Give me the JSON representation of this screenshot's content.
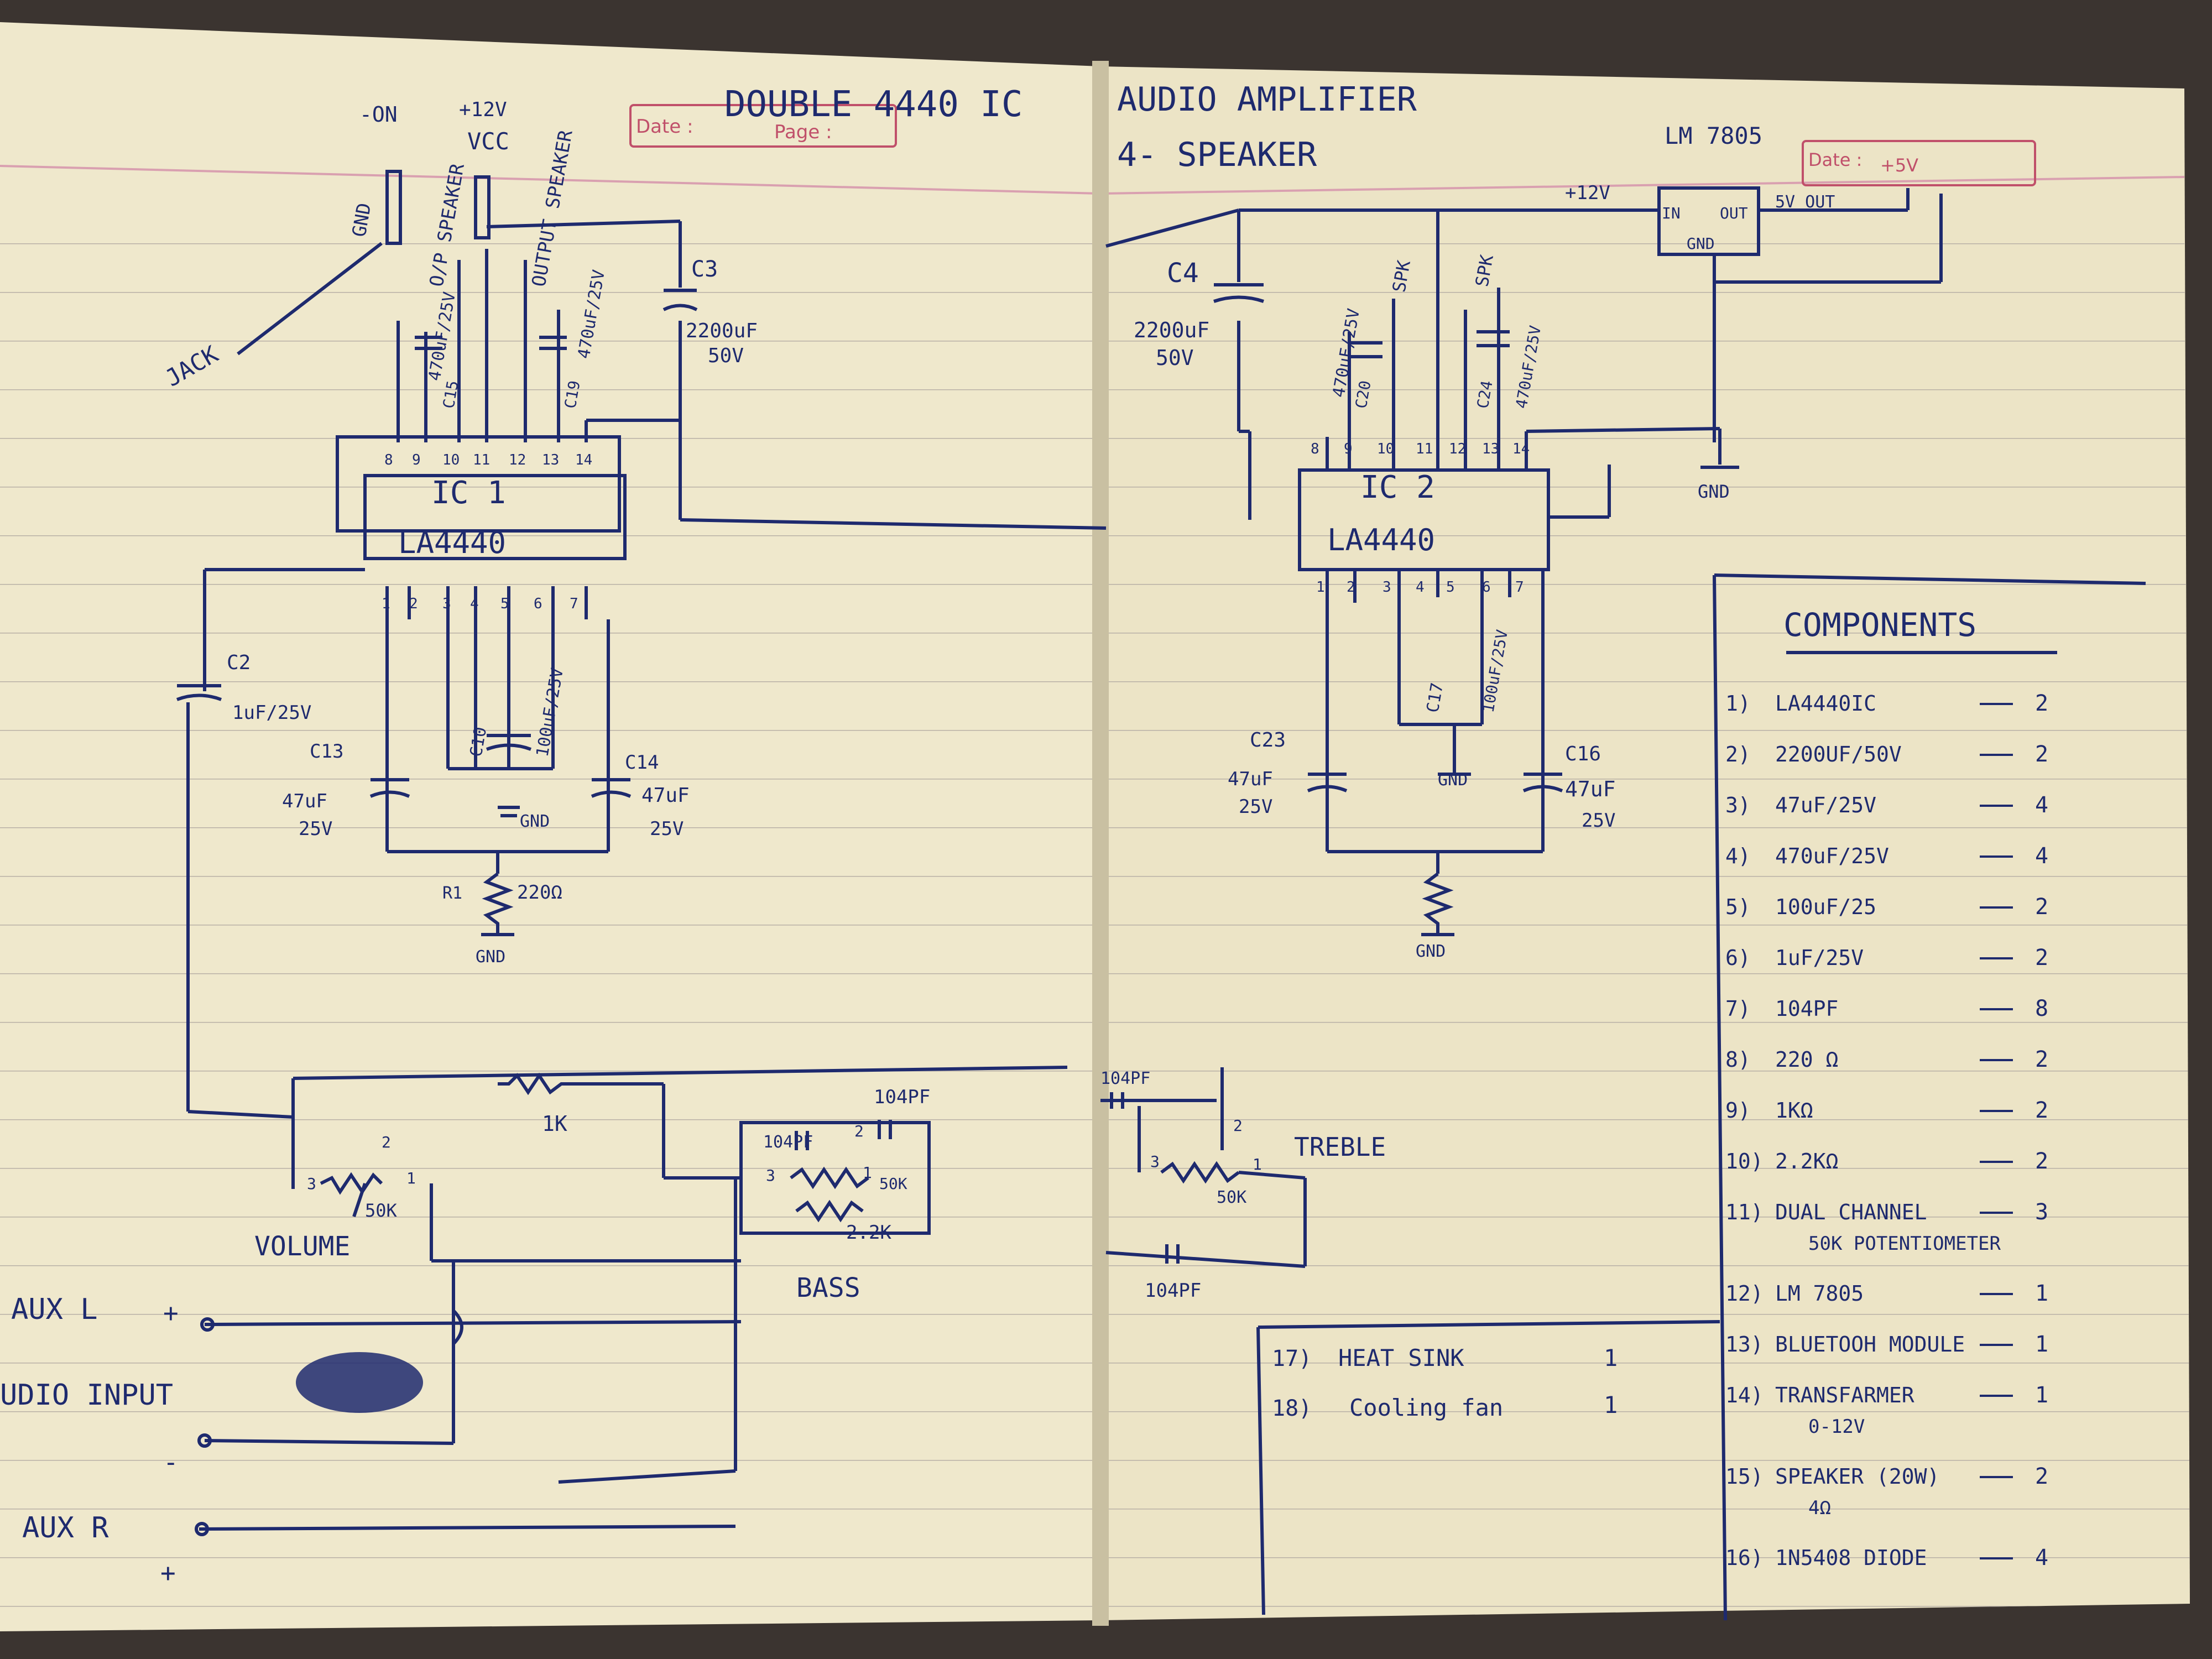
{
  "left_page": {
    "heading": "DOUBLE 4440 IC",
    "stamp_date": "Date :",
    "stamp_page": "Page :",
    "jack_label": "JACK",
    "top_pins": [
      "GND",
      "-ON",
      "+12V",
      "VCC",
      "O/P SPEAKER",
      "OUTPUT SPEAKER"
    ],
    "ic_name": "IC 1",
    "ic_part": "LA4440",
    "ic_top_pin_numbers": [
      "8",
      "9",
      "10",
      "11",
      "12",
      "13",
      "14"
    ],
    "ic_bottom_pin_numbers": [
      "1",
      "2",
      "3",
      "4",
      "5",
      "6",
      "7"
    ],
    "caps_top": [
      {
        "ref": "C15",
        "value": "470uF/25V"
      },
      {
        "ref": "C19",
        "value": "470uF/25V"
      },
      {
        "ref": "C3",
        "value": "2200uF",
        "voltage": "50V"
      }
    ],
    "caps_bottom": [
      {
        "ref": "C2",
        "value": "1uF/25V"
      },
      {
        "ref": "C13",
        "value": "47uF",
        "voltage": "25V"
      },
      {
        "ref": "C10",
        "value": "100uF/25V"
      },
      {
        "ref": "C14",
        "value": "47uF",
        "voltage": "25V"
      }
    ],
    "resistor_r1": {
      "ref": "R1",
      "value": "220Ω"
    },
    "gnd_label": "GND",
    "tone": {
      "res_1k": "1K",
      "cap_104pf": "104PF",
      "pot_value": "50K",
      "res_22k": "2.2K",
      "volume_label": "VOLUME",
      "bass_label": "BASS",
      "pot_pin_1": "1",
      "pot_pin_2": "2",
      "pot_pin_3": "3"
    },
    "inputs": {
      "aux_l": "AUX L",
      "audio_input": "UDIO INPUT",
      "aux_r": "AUX R",
      "plus": "+",
      "minus": "-"
    }
  },
  "right_page": {
    "heading_line1": "AUDIO AMPLIFIER",
    "heading_line2": "4- SPEAKER",
    "stamp_date": "Date :",
    "stamp_value": "+5V",
    "regulator": {
      "name": "LM 7805",
      "pin_in": "IN",
      "pin_out": "OUT",
      "pin_gnd": "GND",
      "input": "+12V",
      "output": "5V OUT"
    },
    "ic_name": "IC 2",
    "ic_part": "LA4440",
    "ic_top_pin_numbers": [
      "8",
      "9",
      "10",
      "11",
      "12",
      "13",
      "14"
    ],
    "ic_bottom_pin_numbers": [
      "1",
      "2",
      "3",
      "4",
      "5",
      "6",
      "7"
    ],
    "caps": [
      {
        "ref": "C4",
        "value": "2200uF",
        "voltage": "50V"
      },
      {
        "ref": "C20",
        "value": "470uF/25V"
      },
      {
        "ref": "C24",
        "value": "470uF/25V"
      },
      {
        "ref": "C17",
        "value": "100uF/25V"
      },
      {
        "ref": "C23",
        "value": "47uF",
        "voltage": "25V"
      },
      {
        "ref": "C16",
        "value": "47uF",
        "voltage": "25V"
      }
    ],
    "spk_label": "SPK",
    "gnd_label": "GND",
    "treble": {
      "label": "TREBLE",
      "cap_top": "104PF",
      "cap_bottom": "104PF",
      "pot_value": "50K",
      "pin_1": "1",
      "pin_2": "2",
      "pin_3": "3"
    },
    "components_title": "COMPONENTS",
    "components": [
      {
        "no": "1)",
        "name": "LA4440IC",
        "qty": "2"
      },
      {
        "no": "2)",
        "name": "2200UF/50V",
        "qty": "2"
      },
      {
        "no": "3)",
        "name": "47uF/25V",
        "qty": "4"
      },
      {
        "no": "4)",
        "name": "470uF/25V",
        "qty": "4"
      },
      {
        "no": "5)",
        "name": "100uF/25",
        "qty": "2"
      },
      {
        "no": "6)",
        "name": "1uF/25V",
        "qty": "2"
      },
      {
        "no": "7)",
        "name": "104PF",
        "qty": "8"
      },
      {
        "no": "8)",
        "name": "220 Ω",
        "qty": "2"
      },
      {
        "no": "9)",
        "name": "1KΩ",
        "qty": "2"
      },
      {
        "no": "10)",
        "name": "2.2KΩ",
        "qty": "2"
      },
      {
        "no": "11)",
        "name": "DUAL CHANNEL",
        "name2": "50K POTENTIOMETER",
        "qty": "3"
      },
      {
        "no": "12)",
        "name": "LM 7805",
        "qty": "1"
      },
      {
        "no": "13)",
        "name": "BLUETOOH MODULE",
        "qty": "1"
      },
      {
        "no": "14)",
        "name": "TRANSFARMER",
        "name2": "0-12V",
        "qty": "1"
      },
      {
        "no": "15)",
        "name": "SPEAKER (20W)",
        "name2": "4Ω",
        "qty": "2"
      },
      {
        "no": "16)",
        "name": "1N5408 DIODE",
        "qty": "4"
      }
    ],
    "extras": [
      {
        "no": "17)",
        "name": "HEAT SINK",
        "qty": "1"
      },
      {
        "no": "18)",
        "name": "Cooling fan",
        "qty": "1"
      }
    ]
  },
  "colors": {
    "paper": "#efe8cc",
    "ink": "#1e2a6e",
    "rule": "#b8b0a6",
    "margin": "#d9a0b0",
    "background": "#3b3430"
  }
}
